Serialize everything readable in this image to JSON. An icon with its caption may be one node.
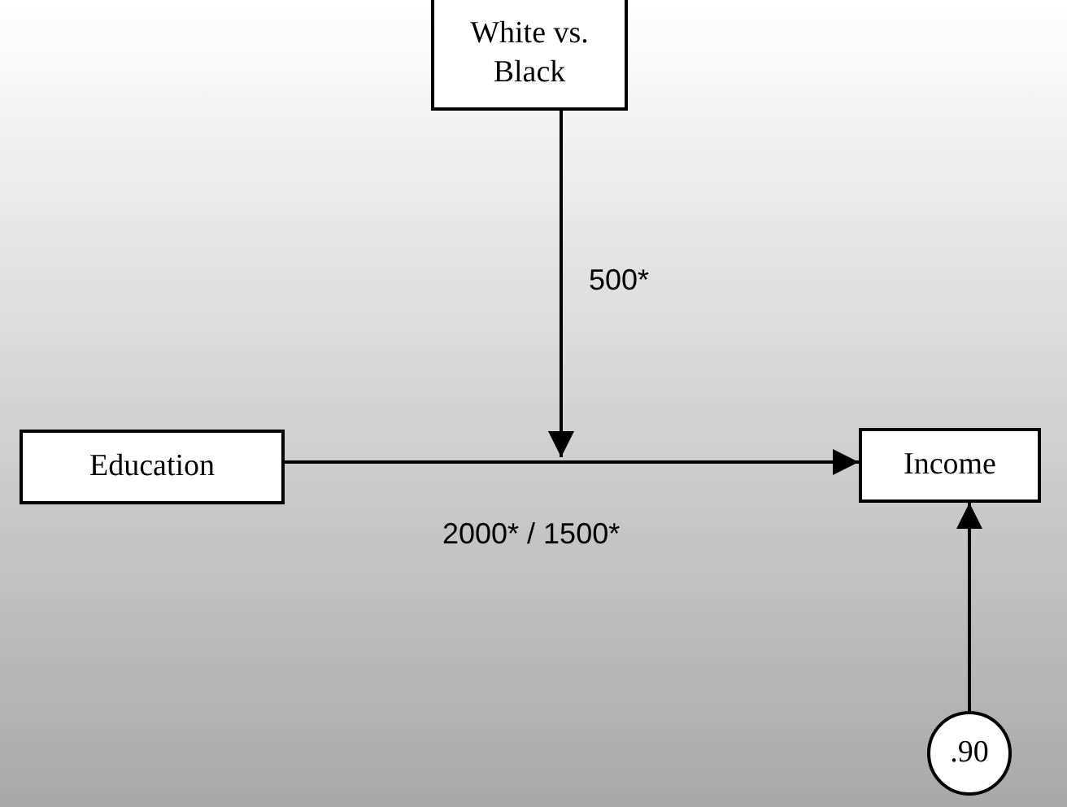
{
  "diagram": {
    "nodes": [
      {
        "text": [
          "White vs. Black"
        ]
      },
      {
        "text": [
          "Education"
        ]
      },
      {
        "text": [
          "Income"
        ]
      },
      {
        "text": [
          ".90"
        ]
      }
    ],
    "edges": [
      {
        "from": 0,
        "to": null,
        "arrow": "to",
        "label": "500*"
      },
      {
        "from": 1,
        "to": 2,
        "arrow": "to",
        "label": "2000* / 1500*"
      },
      {
        "from": 3,
        "to": 2,
        "arrow": "to"
      }
    ]
  }
}
